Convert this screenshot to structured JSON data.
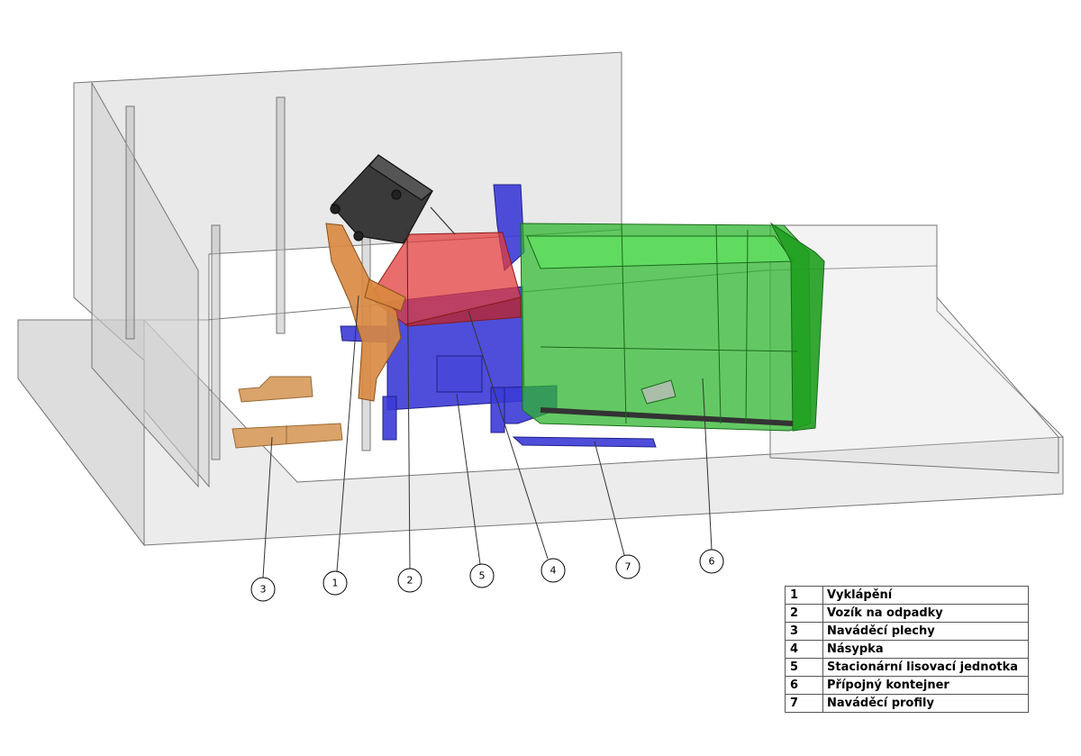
{
  "callouts": [
    {
      "num": "3"
    },
    {
      "num": "1"
    },
    {
      "num": "2"
    },
    {
      "num": "5"
    },
    {
      "num": "4"
    },
    {
      "num": "7"
    },
    {
      "num": "6"
    }
  ],
  "legend": {
    "rows": [
      {
        "num": "1",
        "label": "Vyklápění"
      },
      {
        "num": "2",
        "label": "Vozík na odpadky"
      },
      {
        "num": "3",
        "label": "Naváděcí plechy"
      },
      {
        "num": "4",
        "label": "Násypka"
      },
      {
        "num": "5",
        "label": "Stacionární lisovací jednotka"
      },
      {
        "num": "6",
        "label": "Přípojný kontejner"
      },
      {
        "num": "7",
        "label": "Naváděcí profily"
      }
    ]
  },
  "colors": {
    "tipper": "#d9883f",
    "bin": "#3a3a3a",
    "hopper": "#e23c3c",
    "press_unit": "#3b3bd6",
    "container": "#2fb52f",
    "guide_plates": "#c98a4b",
    "walls": "#c8c8c8"
  }
}
